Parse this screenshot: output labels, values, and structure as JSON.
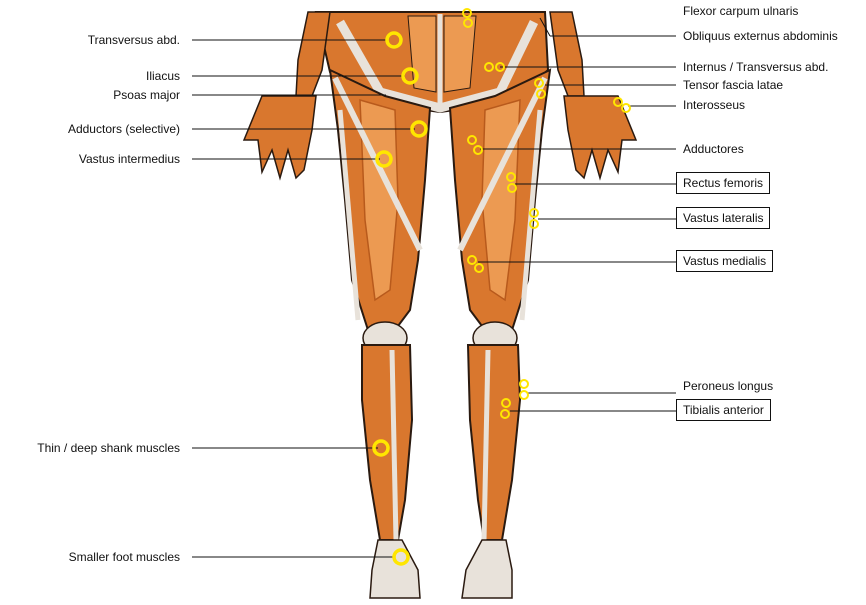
{
  "colors": {
    "muscle": "#d9772e",
    "muscle_dark": "#b85a1c",
    "muscle_light": "#ec9a52",
    "tendon": "#e8e2da",
    "outline": "#2a1a10",
    "marker": "#ffe600",
    "leader": "#111111"
  },
  "labels_left": [
    {
      "text": "Transversus abd."
    },
    {
      "text": "Iliacus"
    },
    {
      "text": "Psoas major"
    },
    {
      "text": "Adductors (selective)"
    },
    {
      "text": "Vastus intermedius"
    },
    {
      "text": "Thin / deep shank muscles"
    },
    {
      "text": "Smaller foot muscles"
    }
  ],
  "labels_right": [
    {
      "text": "Flexor carpum ulnaris"
    },
    {
      "text": "Obliquus externus abdominis"
    },
    {
      "text": "Internus / Transversus abd."
    },
    {
      "text": "Tensor fascia latae"
    },
    {
      "text": "Interosseus"
    },
    {
      "text": "Adductores"
    },
    {
      "text": "Rectus femoris"
    },
    {
      "text": "Vastus lateralis"
    },
    {
      "text": "Vastus medialis"
    },
    {
      "text": "Peroneus longus"
    },
    {
      "text": "Tibialis anterior"
    }
  ]
}
